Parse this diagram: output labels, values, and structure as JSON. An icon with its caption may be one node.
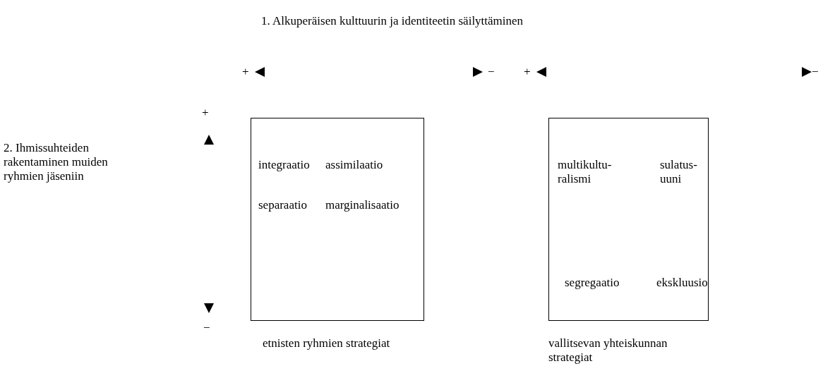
{
  "diagram": {
    "nodes": [
      {
        "text": [
          "integraatio",
          "assimilaatio",
          "separaatio",
          "marginalisaatio"
        ],
        "beside": [
          "etnisten ryhmien strategiat"
        ]
      },
      {
        "text": [
          "multikultu- ralismi",
          "sulatus- uuni",
          "segregaatio",
          "ekskluusio"
        ],
        "beside": [
          "vallitsevan yhteiskunnan strategiat"
        ]
      }
    ],
    "edges": [],
    "labels": [
      "1. Alkuperäisen kulttuurin ja identiteetin säilyttäminen",
      "+",
      "−",
      "+",
      "−",
      "+",
      "2. Ihmissuhteiden rakentaminen muiden ryhmien jäseniin",
      "−"
    ]
  }
}
